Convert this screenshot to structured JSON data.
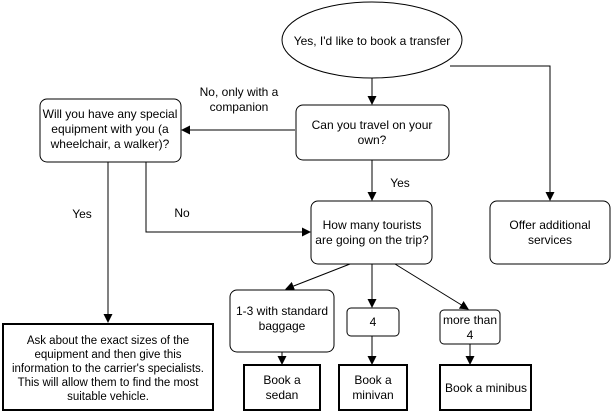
{
  "nodes": {
    "start": [
      "Yes, I'd like to book a transfer"
    ],
    "travel_own": [
      "Can you travel on your",
      "own?"
    ],
    "special_equipment": [
      "Will you have any special",
      "equipment with you (a",
      "wheelchair, a walker)?"
    ],
    "how_many": [
      "How many tourists",
      "are going on the trip?"
    ],
    "additional_services": [
      "Offer additional",
      "services"
    ],
    "one_to_three": [
      "1-3 with standard",
      "baggage"
    ],
    "four": [
      "4"
    ],
    "more_than_four": [
      "more than",
      "4"
    ],
    "ask_sizes": [
      "Ask about the exact sizes of the",
      "equipment and then give this",
      "information to the carrier's specialists.",
      "This will allow them to find the most",
      "suitable vehicle."
    ],
    "book_sedan": [
      "Book a",
      "sedan"
    ],
    "book_minivan": [
      "Book a",
      "minivan"
    ],
    "book_minibus": [
      "Book a minibus"
    ]
  },
  "edge_labels": {
    "no_companion": [
      "No, only with a",
      "companion"
    ],
    "yes_travel": [
      "Yes"
    ],
    "yes_equipment": [
      "Yes"
    ],
    "no_equipment": [
      "No"
    ]
  }
}
